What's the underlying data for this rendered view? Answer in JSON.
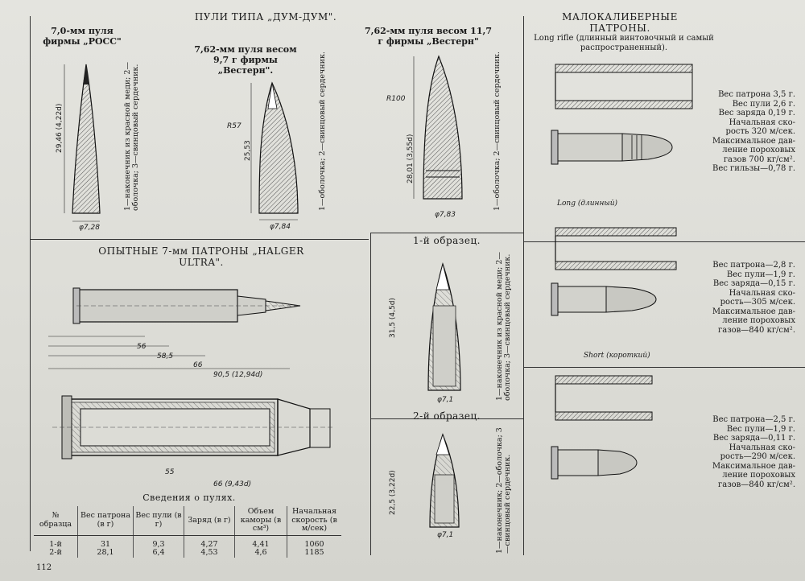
{
  "headings": {
    "dumdum": "ПУЛИ ТИПА „ДУМ-ДУМ\".",
    "smallcal": "МАЛОКАЛИБЕРНЫЕ ПАТРОНЫ.",
    "halger": "ОПЫТНЫЕ 7-мм ПАТРОНЫ „HALGER ULTRA\".",
    "sample1": "1-й образец.",
    "sample2": "2-й образец.",
    "table_title": "Сведения о пулях."
  },
  "bullets": {
    "ross_title": "7,0-мм пуля фирмы „РОСС\"",
    "ross_legend": "1—наконечник из красной меди; 2—оболочка; 3—свинцовый сердечник.",
    "western97_title": "7,62-мм пуля весом 9,7 г фирмы „Вестерн\".",
    "western97_legend": "1—оболочка; 2—свинцовый сердечник.",
    "western117_title": "7,62-мм пуля весом 11,7 г фирмы „Вестерн\"",
    "western117_legend": "1—оболочка; 2—свинцовый сердечник.",
    "sample1_legend": "1—наконечник из красной меди; 2—оболочка; 3—свинцовый сердечник.",
    "sample2_legend": "1—наконечник; 2—оболочка; 3—свинцовый сердечник."
  },
  "long_rifle_caption": "Long rifle (длинный винтовочный и самый распространенный).",
  "cartridge_labels": {
    "long": "Long (длинный)",
    "short": "Short (короткий)"
  },
  "specs": {
    "long": [
      "Вес патрона 3,5 г.",
      "Вес пули 2,6 г.",
      "Вес заряда 0,19 г.",
      "Начальная ско-",
      "рость 320 м/сек.",
      "Максимальное дав-",
      "ление пороховых",
      "газов 700 кг/см².",
      "Вес гильзы—0,78 г."
    ],
    "short": [
      "Вес патрона—2,8 г.",
      "Вес пули—1,9 г.",
      "Вес заряда—0,15 г.",
      "Начальная ско-",
      "рость—305 м/сек.",
      "Максимальное дав-",
      "ление пороховых",
      "газов—840 кг/см²."
    ],
    "third": [
      "Вес патрона—2,5 г.",
      "Вес пули—1,9 г.",
      "Вес заряда—0,11 г.",
      "Начальная ско-",
      "рость—290 м/сек.",
      "Максимальное дав-",
      "ление пороховых",
      "газов—840 кг/см²."
    ]
  },
  "table": {
    "headers": [
      "№ образца",
      "Вес патрона (в г)",
      "Вес пули (в г)",
      "Заряд (в г)",
      "Объем каморы (в см³)",
      "Начальная скорость (в м/сек)"
    ],
    "rows": [
      [
        "1-й",
        "31",
        "9,3",
        "4,27",
        "4,41",
        "1060"
      ],
      [
        "2-й",
        "28,1",
        "6,4",
        "4,53",
        "4,6",
        "1185"
      ]
    ]
  },
  "page_number": "112",
  "dims": {
    "ross_len": "29,46 (4,22d)",
    "ross_d": "φ7,28",
    "w97_len": "25,53",
    "w97_r": "R57",
    "w97_d": "φ7,84",
    "w117_len": "28,01 (3,55d)",
    "w117_r": "R100",
    "w117_d": "φ7,83",
    "h_total": "90,5 (12,94d)",
    "h_56": "56",
    "h_585": "58,5",
    "h_66": "66",
    "h_55": "55",
    "h_66b": "66 (9,43d)",
    "s1_len": "31,5 (4,5d)",
    "s1_d": "φ7,1",
    "s2_len": "22,5 (3,22d)",
    "s2_d": "φ7,1"
  },
  "colors": {
    "paper": "#dcdcd6",
    "ink": "#1a1a1a",
    "hatch": "#555555"
  }
}
